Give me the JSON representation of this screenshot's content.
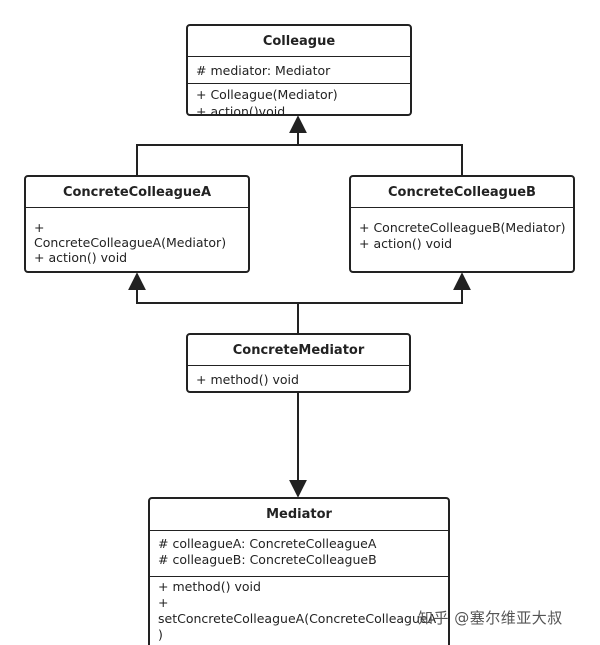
{
  "diagram": {
    "classes": {
      "colleague": {
        "name": "Colleague",
        "attributes": [
          "# mediator: Mediator"
        ],
        "methods": [
          "+ Colleague(Mediator)",
          "+ action()void"
        ]
      },
      "concrete_colleague_a": {
        "name": "ConcreteColleagueA",
        "methods": [
          "+",
          "ConcreteColleagueA(Mediator)",
          "+ action() void"
        ]
      },
      "concrete_colleague_b": {
        "name": "ConcreteColleagueB",
        "methods": [
          "+ ConcreteColleagueB(Mediator)",
          "+ action() void"
        ]
      },
      "concrete_mediator": {
        "name": "ConcreteMediator",
        "methods": [
          "+ method() void"
        ]
      },
      "mediator": {
        "name": "Mediator",
        "attributes": [
          "# colleagueA: ConcreteColleagueA",
          "# colleagueB: ConcreteColleagueB"
        ],
        "methods": [
          "+ method() void",
          "+",
          "setConcreteColleagueA(ConcreteColleagueA",
          ")",
          "+"
        ]
      }
    },
    "relations": [
      {
        "from": "ConcreteColleagueA",
        "to": "Colleague",
        "type": "inheritance"
      },
      {
        "from": "ConcreteColleagueB",
        "to": "Colleague",
        "type": "inheritance"
      },
      {
        "from": "ConcreteMediator",
        "to": "ConcreteColleagueA",
        "type": "association"
      },
      {
        "from": "ConcreteMediator",
        "to": "ConcreteColleagueB",
        "type": "association"
      },
      {
        "from": "ConcreteMediator",
        "to": "Mediator",
        "type": "inheritance"
      }
    ]
  },
  "watermark": "知乎 @塞尔维亚大叔",
  "colors": {
    "stroke": "#222222",
    "background": "#ffffff",
    "watermark": "#555555"
  }
}
